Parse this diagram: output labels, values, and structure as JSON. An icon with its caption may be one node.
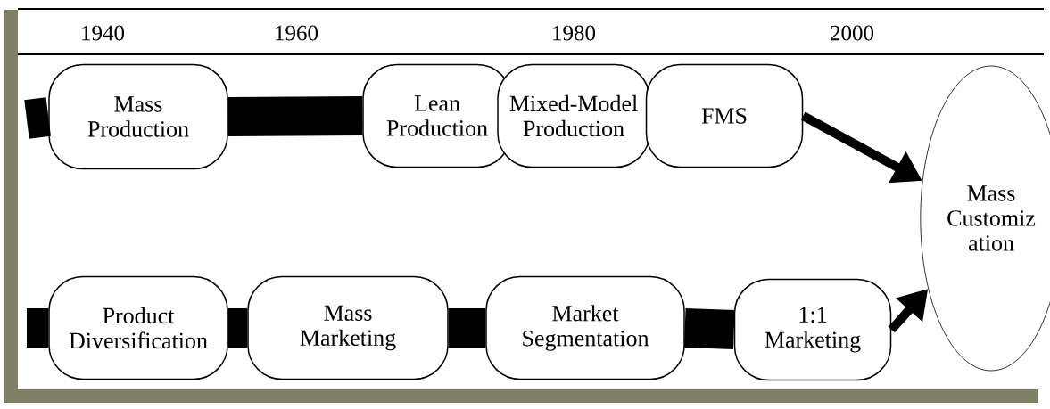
{
  "diagram": {
    "nodes": [
      {
        "text": [
          "Mass Production"
        ]
      },
      {
        "text": [
          "Lean Production"
        ]
      },
      {
        "text": [
          "Mixed-Model Production"
        ]
      },
      {
        "text": [
          "FMS"
        ]
      },
      {
        "text": [
          "Product Diversification"
        ]
      },
      {
        "text": [
          "Mass Marketing"
        ]
      },
      {
        "text": [
          "Market Segmentation"
        ]
      },
      {
        "text": [
          "1:1 Marketing"
        ]
      },
      {
        "text": [
          "Mass Customiz ation"
        ]
      }
    ],
    "edges": [
      {
        "from": null,
        "to": 0,
        "arrow": "none"
      },
      {
        "from": 0,
        "to": 1,
        "arrow": "none"
      },
      {
        "from": 3,
        "to": 8,
        "arrow": "to"
      },
      {
        "from": null,
        "to": 4,
        "arrow": "none"
      },
      {
        "from": 4,
        "to": 5,
        "arrow": "none"
      },
      {
        "from": 5,
        "to": 6,
        "arrow": "none"
      },
      {
        "from": 6,
        "to": 7,
        "arrow": "none"
      },
      {
        "from": 7,
        "to": 8,
        "arrow": "to"
      }
    ],
    "labels": [
      "1940",
      "1960",
      "1980",
      "2000"
    ]
  }
}
